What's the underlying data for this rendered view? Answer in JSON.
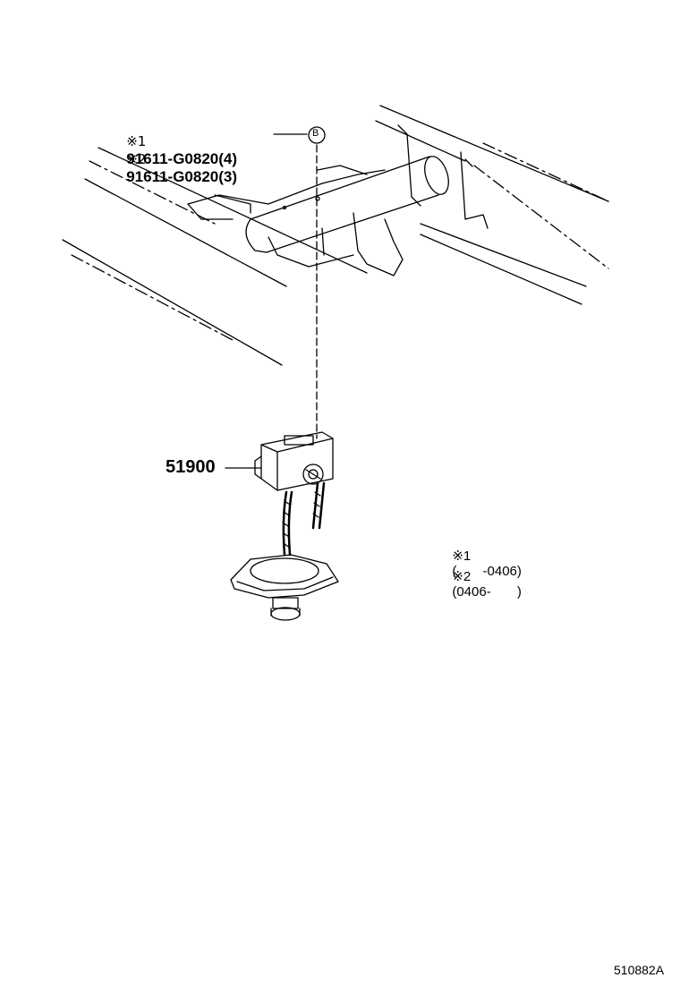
{
  "callouts": {
    "row1": {
      "mark": "※1",
      "part": "91611-G0820",
      "qty": "(4)"
    },
    "row2": {
      "mark": "※2",
      "part": "91611-G0820",
      "qty": "(3)"
    },
    "ref_circle": "B",
    "main_part": "51900"
  },
  "legend": {
    "row1": {
      "mark": "※1",
      "range": "(       -0406)"
    },
    "row2": {
      "mark": "※2",
      "range": "(0406-       )"
    }
  },
  "diagram_code": "510882A",
  "icons": [
    "spare-tire-carrier-icon",
    "frame-crossmember-icon",
    "bolt-icon",
    "chain-icon"
  ]
}
